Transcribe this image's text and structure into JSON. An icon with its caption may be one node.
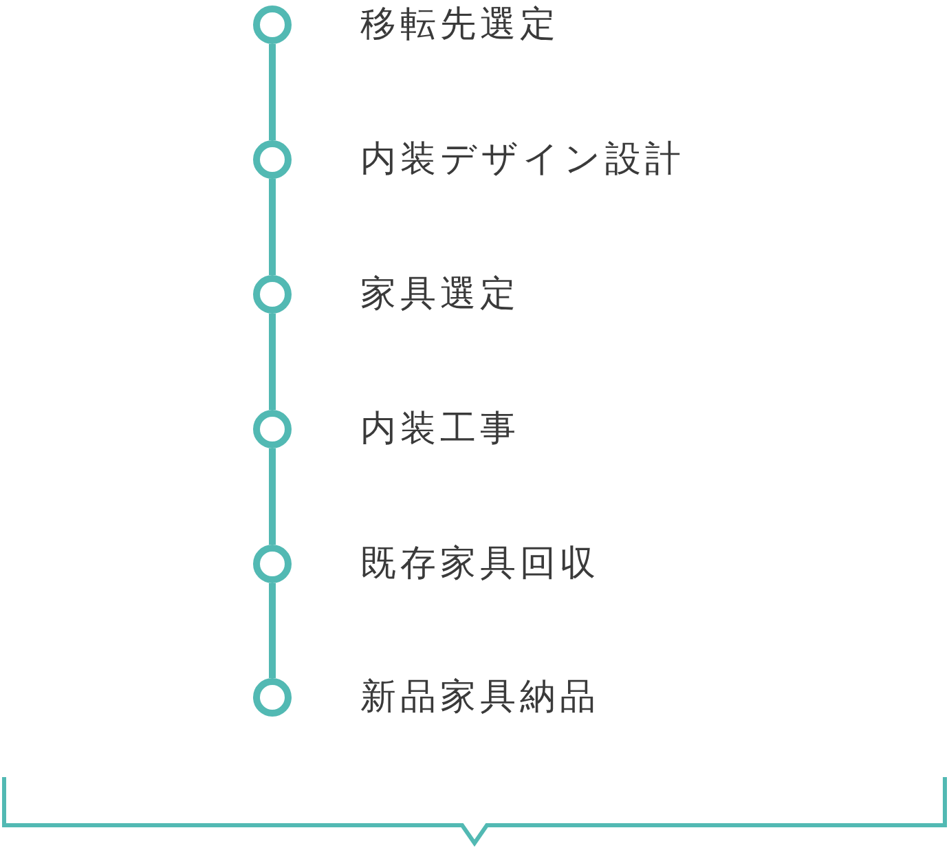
{
  "diagram": {
    "nodes": [
      {
        "text": [],
        "shape": "circle",
        "beside": [
          "移転先選定"
        ]
      },
      {
        "text": [],
        "shape": "circle",
        "beside": [
          "内装デザイン設計"
        ]
      },
      {
        "text": [],
        "shape": "circle",
        "beside": [
          "家具選定"
        ]
      },
      {
        "text": [],
        "shape": "circle",
        "beside": [
          "内装工事"
        ]
      },
      {
        "text": [],
        "shape": "circle",
        "beside": [
          "既存家具回収"
        ]
      },
      {
        "text": [],
        "shape": "circle",
        "beside": [
          "新品家具納品"
        ]
      }
    ],
    "edges": [
      {
        "from": 0,
        "to": 1,
        "arrow": "none"
      },
      {
        "from": 1,
        "to": 2,
        "arrow": "none"
      },
      {
        "from": 2,
        "to": 3,
        "arrow": "none"
      },
      {
        "from": 3,
        "to": 4,
        "arrow": "none"
      },
      {
        "from": 4,
        "to": 5,
        "arrow": "none"
      }
    ]
  }
}
